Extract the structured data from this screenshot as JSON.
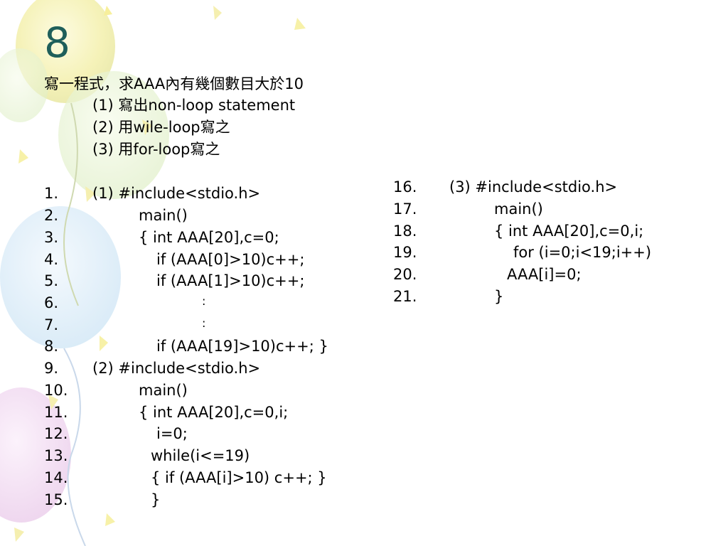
{
  "slide": {
    "number": "8"
  },
  "intro": {
    "title": "寫一程式，求AAA內有幾個數目大於10",
    "items": [
      "(1) 寫出non-loop statement",
      "(2) 用wile-loop寫之",
      "(3) 用for-loop寫之"
    ]
  },
  "left_code": [
    {
      "num": "1.",
      "text": "(1) #include<stdio.h>"
    },
    {
      "num": "2.",
      "text": "main()"
    },
    {
      "num": "3.",
      "text": "{ int AAA[20],c=0;"
    },
    {
      "num": "4.",
      "text": "if (AAA[0]>10)c++;"
    },
    {
      "num": "5.",
      "text": "if (AAA[1]>10)c++;"
    },
    {
      "num": "6.",
      "text": ":"
    },
    {
      "num": "7.",
      "text": ":"
    },
    {
      "num": "8.",
      "text": "if (AAA[19]>10)c++; }"
    },
    {
      "num": "9.",
      "text": "(2) #include<stdio.h>"
    },
    {
      "num": "10.",
      "text": "main()"
    },
    {
      "num": "11.",
      "text": "{ int AAA[20],c=0,i;"
    },
    {
      "num": "12.",
      "text": "i=0;"
    },
    {
      "num": "13.",
      "text": "while(i<=19)"
    },
    {
      "num": "14.",
      "text": "{ if (AAA[i]>10) c++; }"
    },
    {
      "num": "15.",
      "text": "}"
    }
  ],
  "right_code": [
    {
      "num": "16.",
      "text": "(3) #include<stdio.h>"
    },
    {
      "num": "17.",
      "text": "main()"
    },
    {
      "num": "18.",
      "text": "{ int AAA[20],c=0,i;"
    },
    {
      "num": "19.",
      "text": "for (i=0;i<19;i++)"
    },
    {
      "num": "20.",
      "text": "AAA[i]=0;"
    },
    {
      "num": "21.",
      "text": "}"
    }
  ]
}
